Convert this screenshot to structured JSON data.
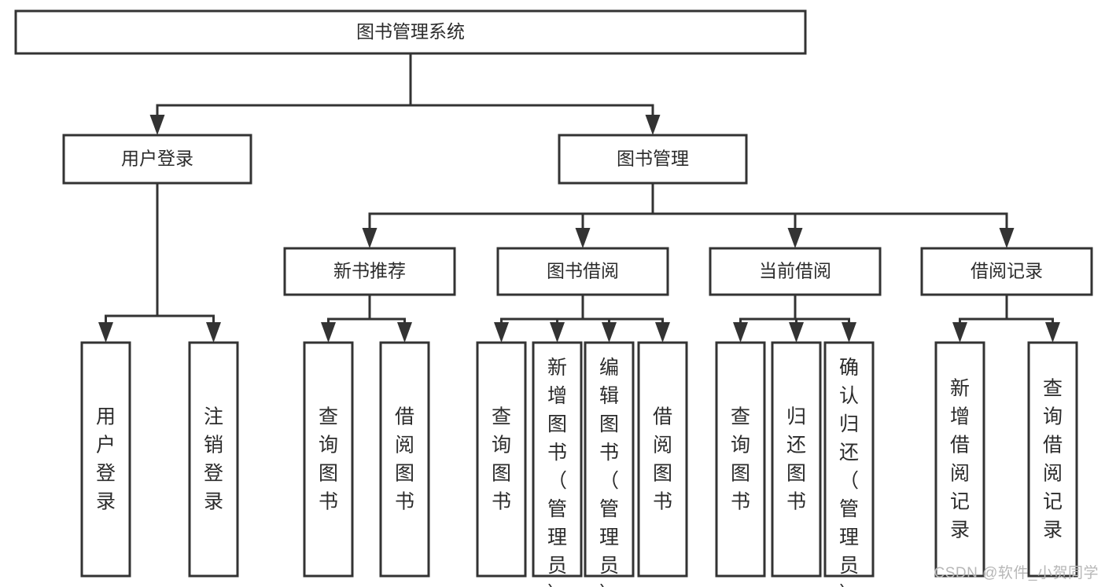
{
  "diagram": {
    "type": "tree",
    "title": "图书管理系统",
    "orientation": "top-down",
    "colors": {
      "background": "#ffffff",
      "box_fill": "#ffffff",
      "box_stroke": "#333333",
      "text": "#2b2b2b",
      "watermark": "#b7b7b7"
    },
    "root": {
      "id": "root",
      "label": "图书管理系统",
      "level": 0
    },
    "level1": [
      {
        "id": "user-login",
        "label": "用户登录",
        "level": 1
      },
      {
        "id": "book-management",
        "label": "图书管理",
        "level": 1
      }
    ],
    "level2": [
      {
        "id": "new-book-recommend",
        "label": "新书推荐",
        "level": 2,
        "parent": "book-management"
      },
      {
        "id": "book-borrow",
        "label": "图书借阅",
        "level": 2,
        "parent": "book-management"
      },
      {
        "id": "current-borrow",
        "label": "当前借阅",
        "level": 2,
        "parent": "book-management"
      },
      {
        "id": "borrow-record",
        "label": "借阅记录",
        "level": 2,
        "parent": "book-management"
      }
    ],
    "leaves": [
      {
        "id": "leaf-user-login",
        "label": "用户登录",
        "parent": "user-login"
      },
      {
        "id": "leaf-logout",
        "label": "注销登录",
        "parent": "user-login"
      },
      {
        "id": "leaf-query-book-1",
        "label": "查询图书",
        "parent": "new-book-recommend"
      },
      {
        "id": "leaf-borrow-book-1",
        "label": "借阅图书",
        "parent": "new-book-recommend"
      },
      {
        "id": "leaf-query-book-2",
        "label": "查询图书",
        "parent": "book-borrow"
      },
      {
        "id": "leaf-add-book",
        "label": "新增图书（管理员）",
        "parent": "book-borrow"
      },
      {
        "id": "leaf-edit-book",
        "label": "编辑图书（管理员）",
        "parent": "book-borrow"
      },
      {
        "id": "leaf-borrow-book-2",
        "label": "借阅图书",
        "parent": "book-borrow"
      },
      {
        "id": "leaf-query-book-3",
        "label": "查询图书",
        "parent": "current-borrow"
      },
      {
        "id": "leaf-return-book",
        "label": "归还图书",
        "parent": "current-borrow"
      },
      {
        "id": "leaf-confirm-return",
        "label": "确认归还（管理员）",
        "parent": "current-borrow"
      },
      {
        "id": "leaf-add-record",
        "label": "新增借阅记录",
        "parent": "borrow-record"
      },
      {
        "id": "leaf-query-record",
        "label": "查询借阅记录",
        "parent": "borrow-record"
      }
    ]
  },
  "watermark": {
    "text": "CSDN @软件_小贺同学"
  }
}
